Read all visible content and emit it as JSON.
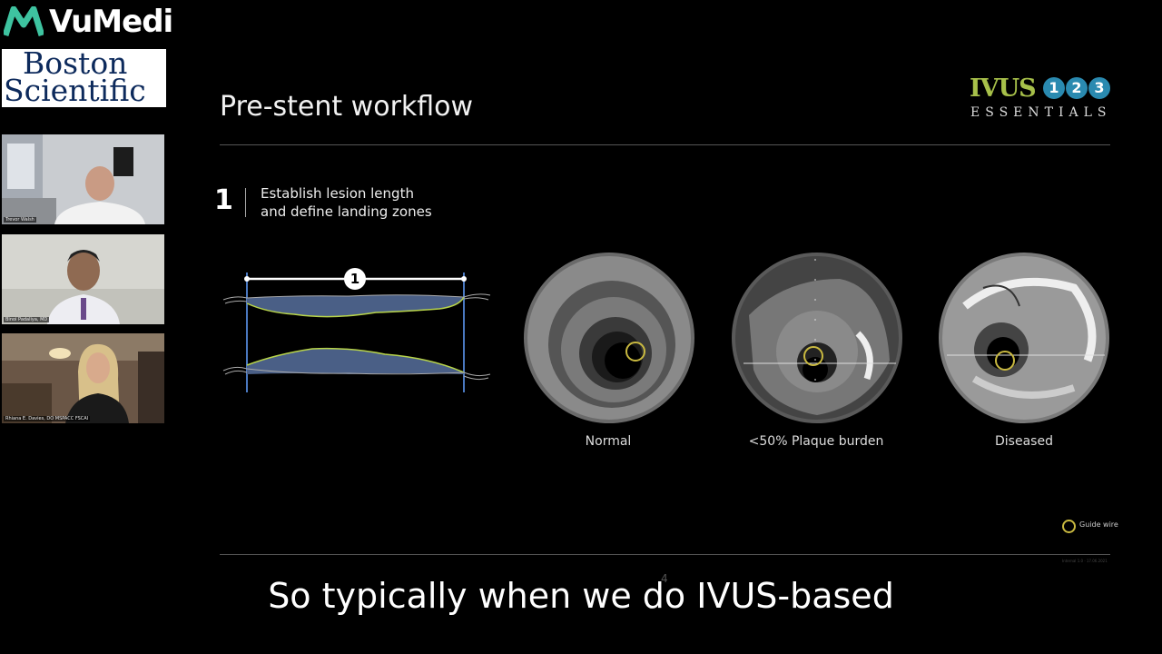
{
  "brand": {
    "vumedi": "VuMedi",
    "sponsor_line1": "Boston",
    "sponsor_line2": "Scientific"
  },
  "participants": [
    {
      "name": "Trevor Walsh"
    },
    {
      "name": "Binoi Padaliya, MD"
    },
    {
      "name": "Rhiana E. Davies, DO MSPACC FSCAI"
    }
  ],
  "slide": {
    "title": "Pre-stent workflow",
    "logo": {
      "word": "IVUS",
      "nums": [
        "1",
        "2",
        "3"
      ],
      "tagline": "ESSENTIALS"
    },
    "step": {
      "number": "1",
      "text_line1": "Establish lesion length",
      "text_line2": "and define landing zones"
    },
    "diagram_marker": "1",
    "images": [
      {
        "label": "Normal"
      },
      {
        "label": "<50% Plaque burden"
      },
      {
        "label": "Diseased"
      }
    ],
    "legend": {
      "text": "Guide wire",
      "color": "#c9b940"
    },
    "page_number": "4",
    "footnote": "Internal 1.0 · 17.06.2021"
  },
  "caption": "So typically when we do IVUS-based",
  "colors": {
    "accent_green": "#a7c04a",
    "accent_blue": "#2a8ab0",
    "vessel_fill": "#4a5f86",
    "wall_line": "#b8d44a",
    "frame_blue": "#4a78c0"
  }
}
